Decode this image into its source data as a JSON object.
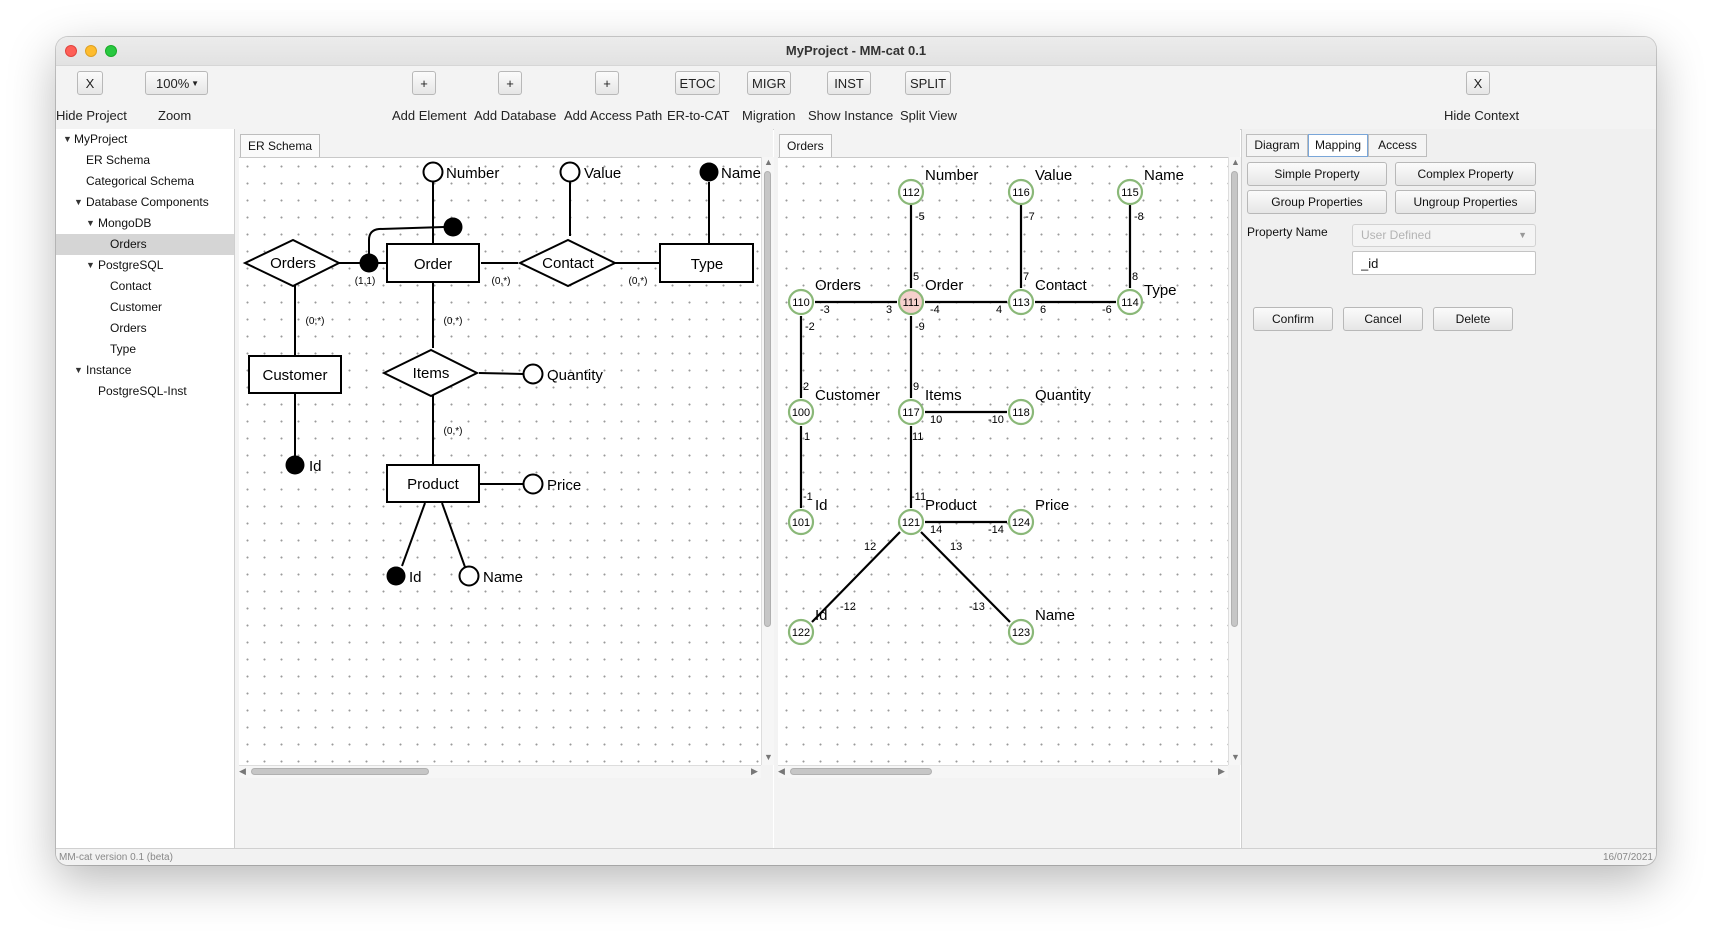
{
  "window": {
    "title": "MyProject - MM-cat 0.1"
  },
  "toolbar": {
    "hide_project": {
      "button": "X",
      "label": "Hide Project"
    },
    "zoom": {
      "value": "100%",
      "label": "Zoom"
    },
    "add_element": {
      "button": "+",
      "label": "Add Element"
    },
    "add_database": {
      "button": "+",
      "label": "Add Database"
    },
    "add_access_path": {
      "button": "+",
      "label": "Add Access Path"
    },
    "er_to_cat": {
      "button": "ETOC",
      "label": "ER-to-CAT"
    },
    "migration": {
      "button": "MIGR",
      "label": "Migration"
    },
    "show_instance": {
      "button": "INST",
      "label": "Show Instance"
    },
    "split_view": {
      "button": "SPLIT",
      "label": "Split View"
    },
    "hide_context": {
      "button": "X",
      "label": "Hide Context"
    }
  },
  "project_tree": [
    {
      "label": "MyProject",
      "expanded": true
    },
    {
      "label": "ER Schema"
    },
    {
      "label": "Categorical Schema"
    },
    {
      "label": "Database Components",
      "expanded": true
    },
    {
      "label": "MongoDB",
      "expanded": true
    },
    {
      "label": "Orders",
      "selected": true
    },
    {
      "label": "PostgreSQL",
      "expanded": true
    },
    {
      "label": "Contact"
    },
    {
      "label": "Customer"
    },
    {
      "label": "Orders"
    },
    {
      "label": "Type"
    },
    {
      "label": "Instance",
      "expanded": true
    },
    {
      "label": "PostgreSQL-Inst"
    }
  ],
  "er_pane": {
    "tab": "ER Schema",
    "entities": [
      "Order",
      "Customer",
      "Product",
      "Type"
    ],
    "relationships": [
      "Orders",
      "Contact",
      "Items"
    ],
    "attributes": [
      "Number",
      "Value",
      "Name",
      "Id",
      "Quantity",
      "Price",
      "Id",
      "Name"
    ],
    "cardinalities": [
      "(1,1)",
      "(0,*)",
      "(0,*)",
      "(0,*)",
      "(0,*)",
      "(0,*)"
    ]
  },
  "cat_pane": {
    "tab": "Orders",
    "objects": [
      {
        "id": "112",
        "label": "Number"
      },
      {
        "id": "116",
        "label": "Value"
      },
      {
        "id": "115",
        "label": "Name"
      },
      {
        "id": "110",
        "label": "Orders"
      },
      {
        "id": "111",
        "label": "Order",
        "root": true
      },
      {
        "id": "113",
        "label": "Contact"
      },
      {
        "id": "114",
        "label": "Type"
      },
      {
        "id": "100",
        "label": "Customer"
      },
      {
        "id": "117",
        "label": "Items"
      },
      {
        "id": "118",
        "label": "Quantity"
      },
      {
        "id": "101",
        "label": "Id"
      },
      {
        "id": "121",
        "label": "Product"
      },
      {
        "id": "124",
        "label": "Price"
      },
      {
        "id": "122",
        "label": "Id"
      },
      {
        "id": "123",
        "label": "Name"
      }
    ],
    "morphisms": [
      "-5",
      "5",
      "-7",
      "7",
      "-8",
      "8",
      "-3",
      "3",
      "-4",
      "4",
      "6",
      "-6",
      "-2",
      "2",
      "-9",
      "9",
      "1",
      "-1",
      "10",
      "-10",
      "11",
      "-11",
      "14",
      "-14",
      "12",
      "-12",
      "13",
      "-13"
    ]
  },
  "context": {
    "tabs": [
      "Diagram",
      "Mapping",
      "Access"
    ],
    "active_tab": "Mapping",
    "simple_property": "Simple Property",
    "complex_property": "Complex Property",
    "group_properties": "Group Properties",
    "ungroup_properties": "Ungroup Properties",
    "property_name_label": "Property Name",
    "property_name_select": "User Defined",
    "property_name_value": "_id",
    "confirm": "Confirm",
    "cancel": "Cancel",
    "delete": "Delete"
  },
  "status": {
    "version": "MM-cat version 0.1 (beta)",
    "date": "16/07/2021"
  },
  "colors": {
    "object_stroke": "#8ab878",
    "root_fill": "#f5d0cc",
    "selection": "#d5d5d5",
    "active_tab_border": "#7aa6d8"
  }
}
